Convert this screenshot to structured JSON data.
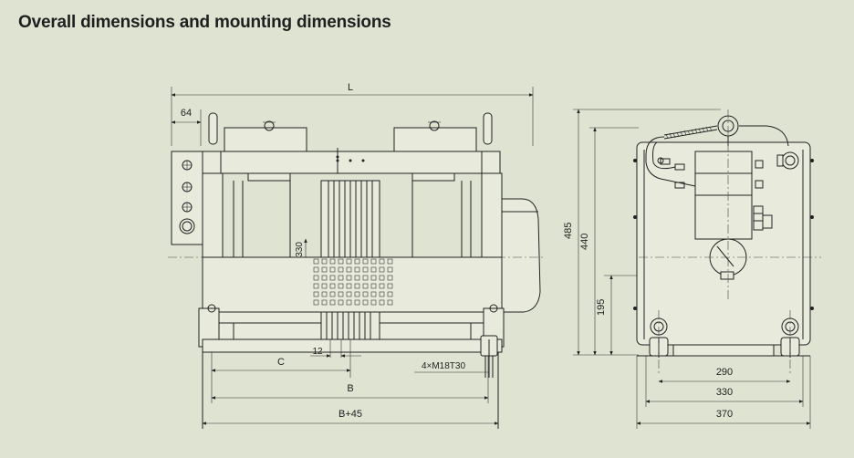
{
  "title": "Overall dimensions and mounting dimensions",
  "front_view": {
    "dim_L": "L",
    "dim_64": "64",
    "dim_dia330": "ф330",
    "dim_C": "C",
    "dim_12": "12",
    "dim_B": "B",
    "dim_B45": "B+45",
    "bolt_spec": "4×M18T30"
  },
  "side_view": {
    "dim_485": "485",
    "dim_440": "440",
    "dim_195": "195",
    "dim_290": "290",
    "dim_330": "330",
    "dim_370": "370"
  }
}
